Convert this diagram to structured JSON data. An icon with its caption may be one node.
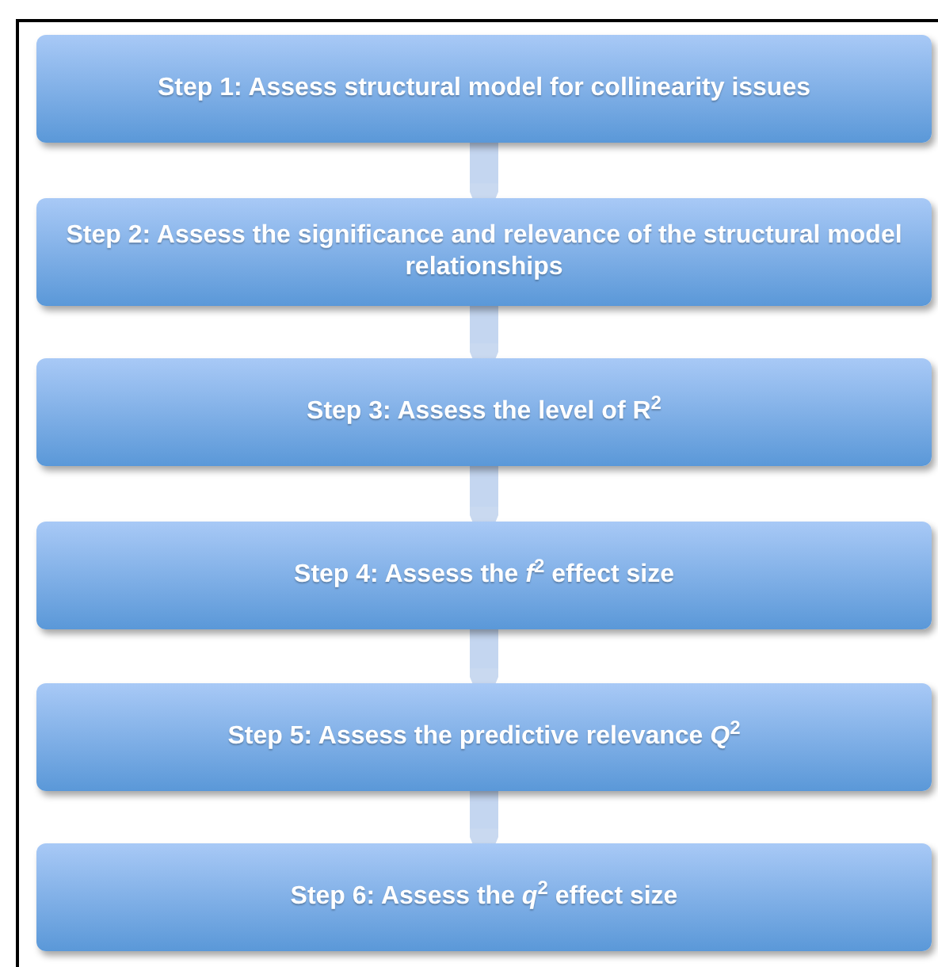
{
  "diagram": {
    "nodes": [
      {
        "text": [
          "Step 1: Assess structural model for collinearity issues"
        ]
      },
      {
        "text": [
          "Step 2: Assess the significance and relevance of the structural model relationships"
        ]
      },
      {
        "text": [
          "Step 3: Assess the level of R$^{2}$"
        ]
      },
      {
        "text": [
          "Step 4: Assess the *f*$^{2}$ effect size"
        ]
      },
      {
        "text": [
          "Step 5: Assess the predictive relevance *Q*$^{2}$"
        ]
      },
      {
        "text": [
          "Step 6: Assess the *q*$^{2}$ effect size"
        ]
      }
    ],
    "edges": [
      {
        "from": 0,
        "to": 1,
        "arrow": "to"
      },
      {
        "from": 1,
        "to": 2,
        "arrow": "to"
      },
      {
        "from": 2,
        "to": 3,
        "arrow": "to"
      },
      {
        "from": 3,
        "to": 4,
        "arrow": "to"
      },
      {
        "from": 4,
        "to": 5,
        "arrow": "to"
      }
    ]
  }
}
